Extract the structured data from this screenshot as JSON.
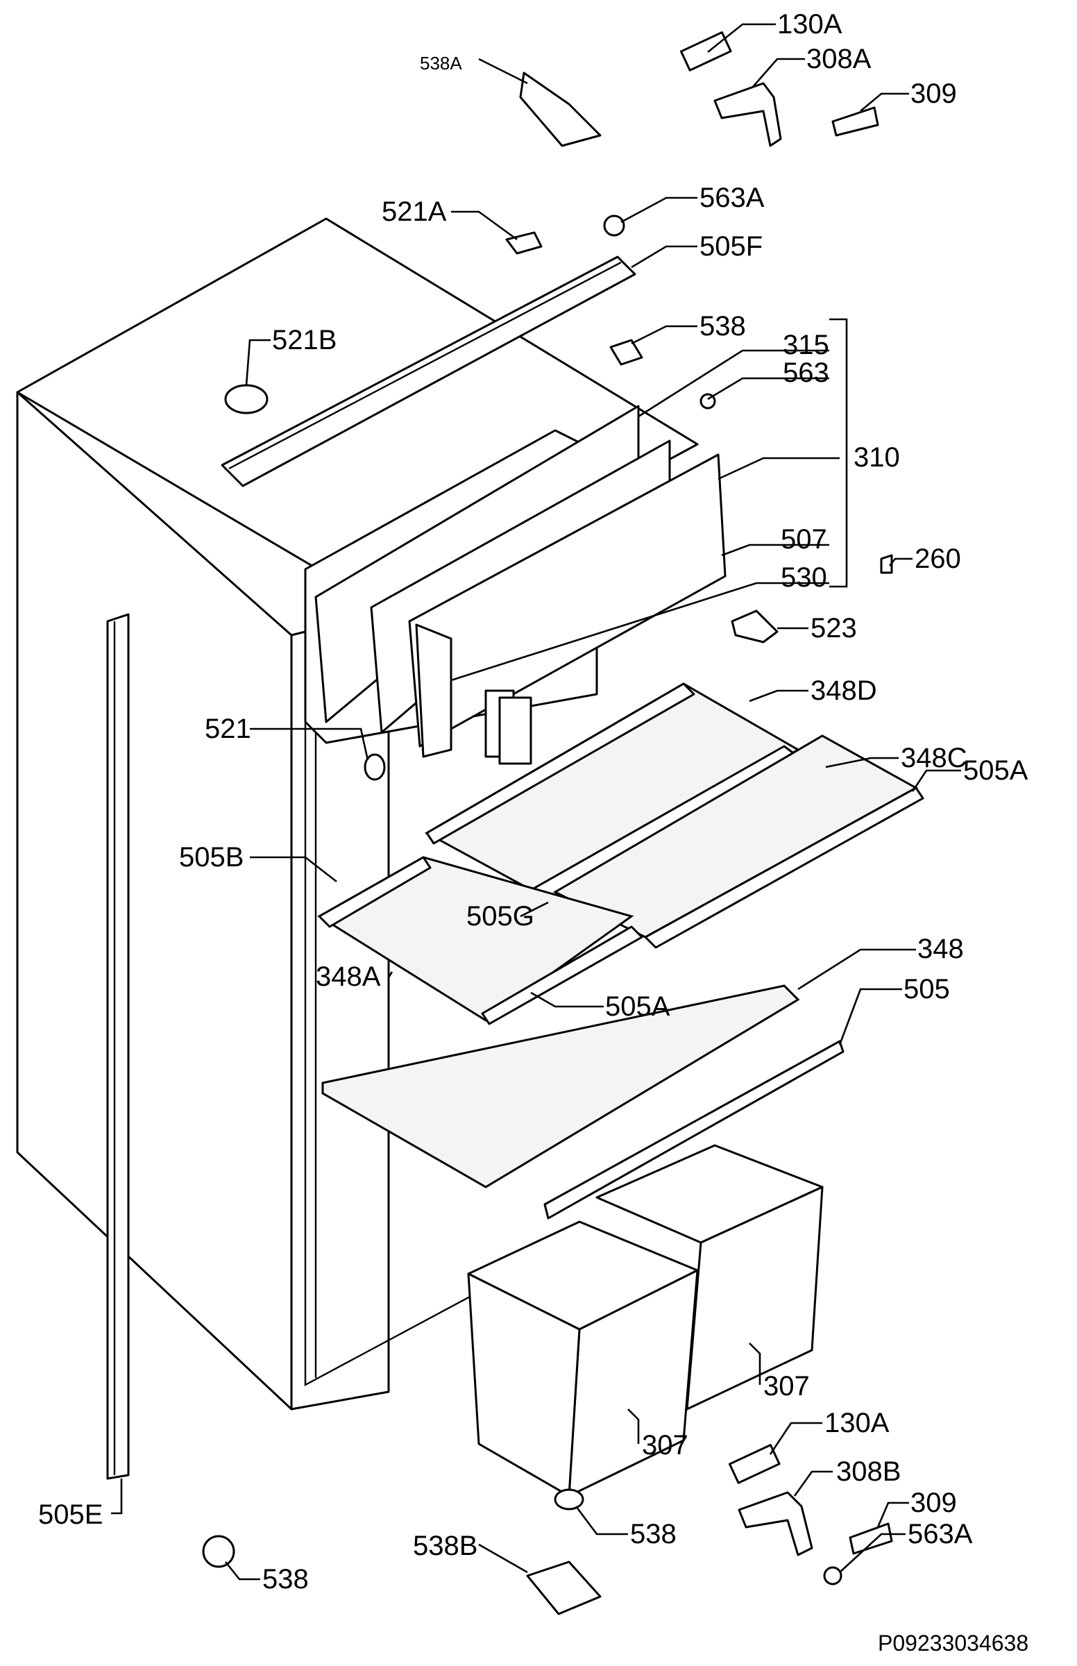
{
  "labels": {
    "l130A_top": "130A",
    "l308A": "308A",
    "l309_top": "309",
    "l538A": "538A",
    "l521A": "521A",
    "l563A_top": "563A",
    "l505F": "505F",
    "l521B": "521B",
    "l538_top": "538",
    "l315": "315",
    "l563": "563",
    "l310": "310",
    "l507": "507",
    "l530": "530",
    "l260": "260",
    "l523": "523",
    "l348D": "348D",
    "l348C": "348C",
    "l505A_right": "505A",
    "l521": "521",
    "l505B": "505B",
    "l505G": "505G",
    "l348A": "348A",
    "l505A_bottom": "505A",
    "l348": "348",
    "l505": "505",
    "l307_right": "307",
    "l307_left": "307",
    "l130A_bottom": "130A",
    "l308B": "308B",
    "l309_bottom": "309",
    "l563A_bottom": "563A",
    "l538_mid": "538",
    "l538B": "538B",
    "l505E": "505E",
    "l538_bottom": "538"
  },
  "document_id": "P09233034638"
}
